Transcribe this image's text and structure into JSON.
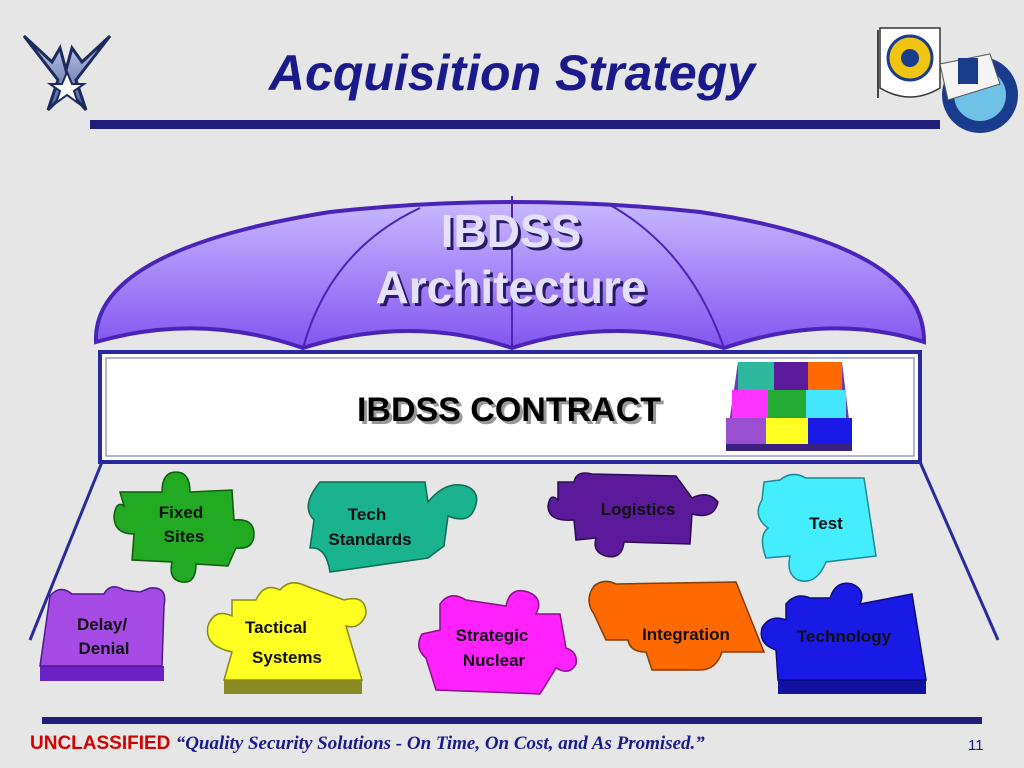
{
  "slide": {
    "title": "Acquisition Strategy",
    "page_number": "11"
  },
  "architecture": {
    "line1": "IBDSS",
    "line2": "Architecture"
  },
  "contract": {
    "label": "IBDSS CONTRACT"
  },
  "pieces": {
    "fixed_sites": [
      "Fixed",
      "Sites"
    ],
    "tech_standards": [
      "Tech",
      "Standards"
    ],
    "logistics": [
      "Logistics"
    ],
    "test": [
      "Test"
    ],
    "delay_denial": [
      "Delay/",
      "Denial"
    ],
    "tactical_systems": [
      "Tactical",
      "Systems"
    ],
    "strategic_nuclear": [
      "Strategic",
      "Nuclear"
    ],
    "integration": [
      "Integration"
    ],
    "technology": [
      "Technology"
    ]
  },
  "footer": {
    "classification": "UNCLASSIFIED",
    "motto": "“Quality Security Solutions - On Time, On Cost, and As Promised.”"
  },
  "colors": {
    "title": "#1a1a8c",
    "umbrella": "#9b7bff",
    "contract_border": "#2a2aa0",
    "classification": "#d40000"
  },
  "icons": [
    "air-force-wings-logo",
    "command-emblem-icon",
    "program-office-seal-icon",
    "puzzle-icon"
  ]
}
